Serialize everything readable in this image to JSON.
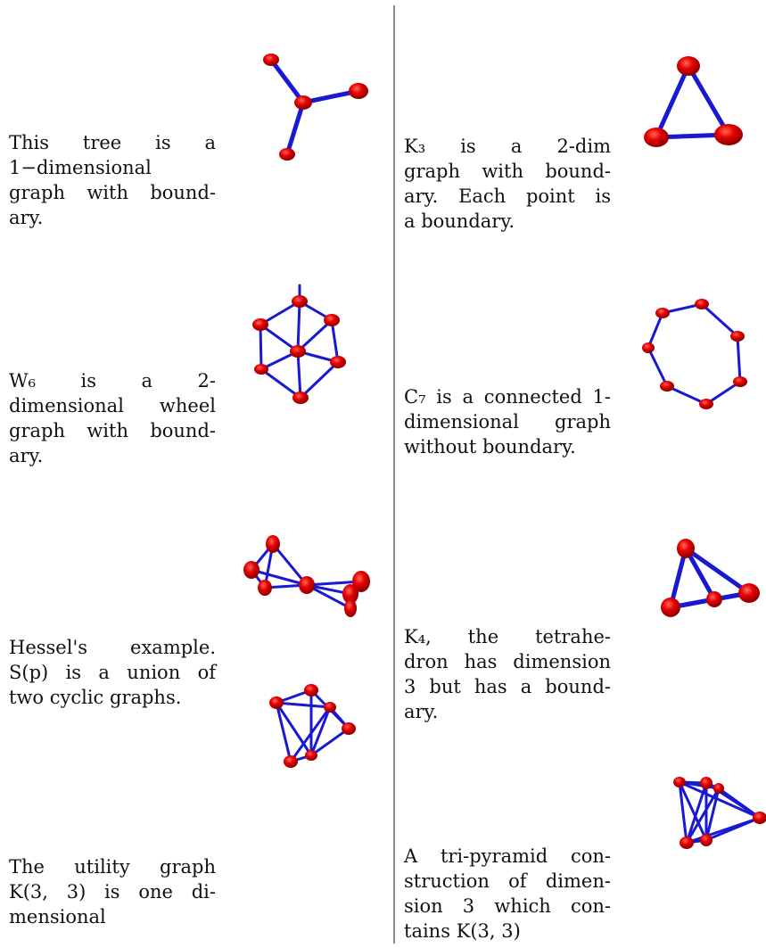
{
  "captions": {
    "tree": [
      "This tree is a",
      "1−dimensional",
      "graph with bound-",
      "ary."
    ],
    "k3": [
      "K₃ is a 2-dim",
      "graph with bound-",
      "ary. Each point is",
      "a boundary."
    ],
    "w6": [
      "W₆ is a 2-",
      "dimensional wheel",
      "graph with bound-",
      "ary."
    ],
    "c7": [
      "C₇ is a connected 1-",
      "dimensional graph",
      "without boundary."
    ],
    "hessel": [
      "Hessel's example.",
      "S(p) is a union of",
      "two cyclic graphs."
    ],
    "k4": [
      "K₄, the tetrahe-",
      "dron has dimension",
      "3 but has a bound-",
      "ary."
    ],
    "utility": [
      "The utility graph",
      "K(3, 3) is one di-",
      "mensional"
    ],
    "tripyramid": [
      "A tri-pyramid con-",
      "struction of dimen-",
      "sion 3 which con-",
      "tains K(3, 3)"
    ]
  },
  "colors": {
    "node": "#e60000",
    "edge": "#1919d2",
    "divider": "#8c8c8c"
  },
  "figures": [
    "tree-graph",
    "k3-graph",
    "w6-wheel-graph",
    "c7-cycle-graph",
    "hessel-graph",
    "k4-tetrahedron",
    "utility-graph",
    "tripyramid-graph"
  ]
}
